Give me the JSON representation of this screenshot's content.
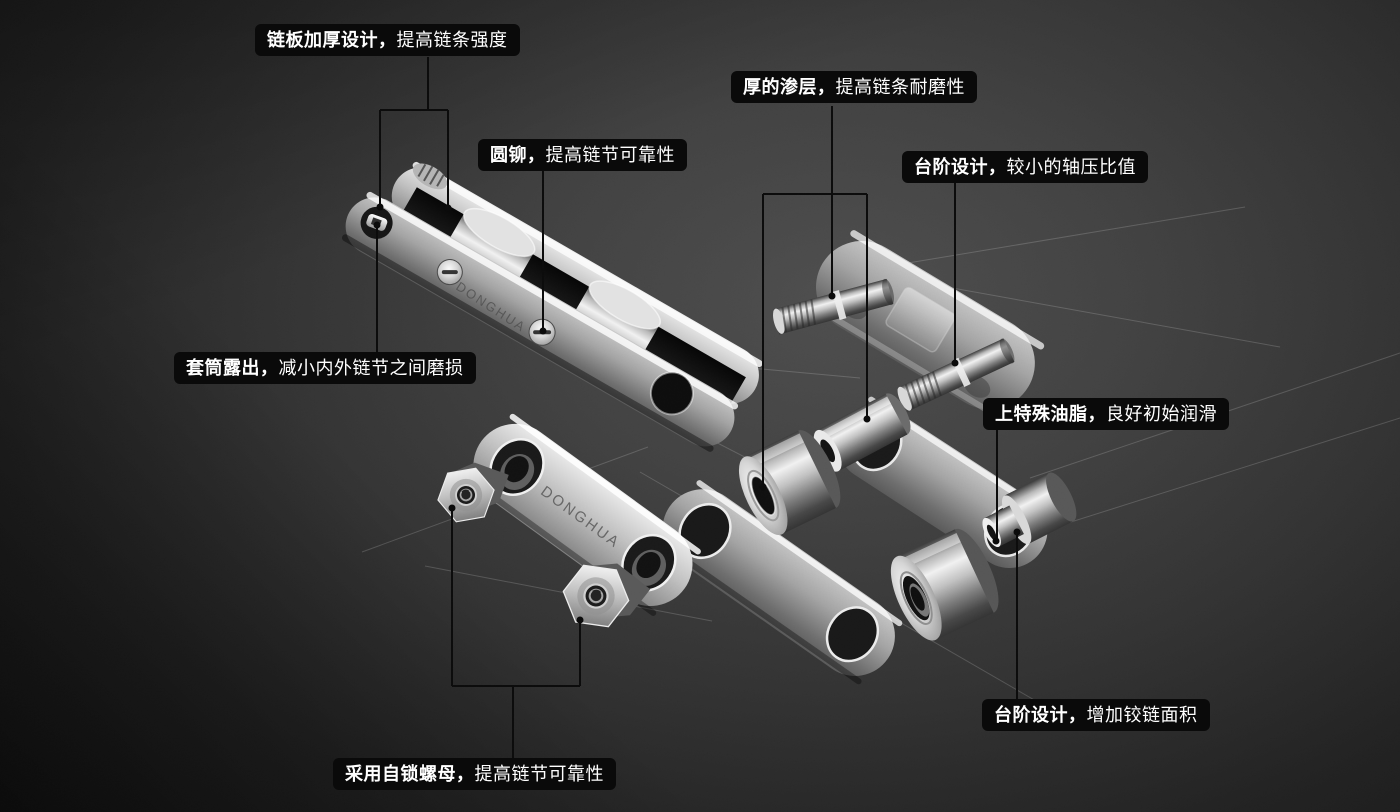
{
  "brand": "DONGHUA",
  "callouts": [
    {
      "id": "plate-thickening",
      "bold": "链板加厚设计，",
      "rest": "提高链条强度"
    },
    {
      "id": "round-rivet",
      "bold": "圆铆，",
      "rest": "提高链节可靠性"
    },
    {
      "id": "thick-case-layer",
      "bold": "厚的渗层，",
      "rest": "提高链条耐磨性"
    },
    {
      "id": "step-design-axle",
      "bold": "台阶设计，",
      "rest": "较小的轴压比值"
    },
    {
      "id": "sleeve-exposed",
      "bold": "套筒露出，",
      "rest": "减小内外链节之间磨损"
    },
    {
      "id": "special-grease",
      "bold": "上特殊油脂，",
      "rest": "良好初始润滑"
    },
    {
      "id": "step-design-hinge",
      "bold": "台阶设计，",
      "rest": "增加铰链面积"
    },
    {
      "id": "self-locking-nut",
      "bold": "采用自锁螺母，",
      "rest": "提高链节可靠性"
    }
  ],
  "colors": {
    "background_center": "#4e4e4e",
    "background_edge": "#161616",
    "label_background": "#0a0a0a",
    "label_text": "#ffffff",
    "leader_line": "#0c0c0c",
    "metal_highlight": "#f1f1f1",
    "metal_mid": "#9a9a9a",
    "metal_dark": "#3c3c3c"
  }
}
